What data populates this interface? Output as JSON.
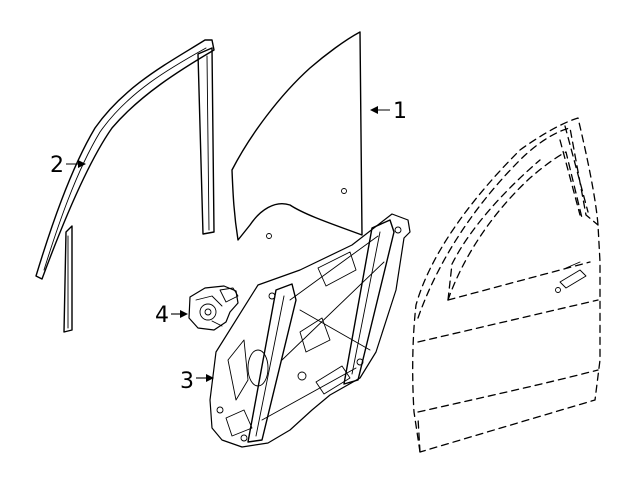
{
  "callouts": [
    {
      "id": "1",
      "label": "1",
      "part": "window-glass"
    },
    {
      "id": "2",
      "label": "2",
      "part": "glass-run-channel"
    },
    {
      "id": "3",
      "label": "3",
      "part": "window-regulator"
    },
    {
      "id": "4",
      "label": "4",
      "part": "regulator-motor"
    }
  ],
  "parts": [
    {
      "id": "glass-run-channel",
      "callout": "2"
    },
    {
      "id": "window-glass",
      "callout": "1"
    },
    {
      "id": "regulator-motor",
      "callout": "4"
    },
    {
      "id": "window-regulator",
      "callout": "3"
    },
    {
      "id": "door-shell",
      "callout": ""
    }
  ]
}
